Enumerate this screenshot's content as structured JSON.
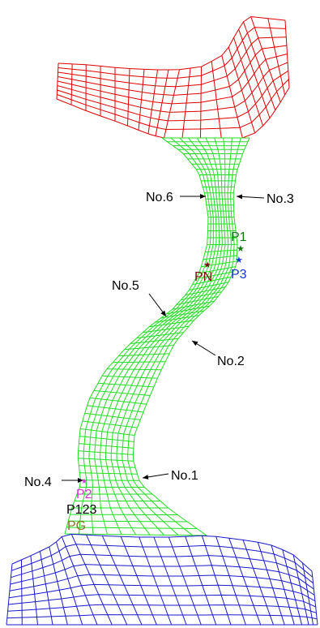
{
  "colors": {
    "top_mesh": "#e00000",
    "neck_mesh": "#22dd22",
    "bottom_mesh": "#1a1acc",
    "arrow": "#000000",
    "P1": "#117711",
    "P3": "#1133dd",
    "PN": "#771111",
    "P2": "#dd33dd",
    "P123": "#000000",
    "PG": "#887722"
  },
  "labels": {
    "no1": "No.1",
    "no2": "No.2",
    "no3": "No.3",
    "no4": "No.4",
    "no5": "No.5",
    "no6": "No.6"
  },
  "points": {
    "p1": "P1",
    "p3": "P3",
    "pn": "PN",
    "p2": "P2",
    "p123": "P123",
    "pg": "PG"
  },
  "markers": {
    "star": "★"
  }
}
